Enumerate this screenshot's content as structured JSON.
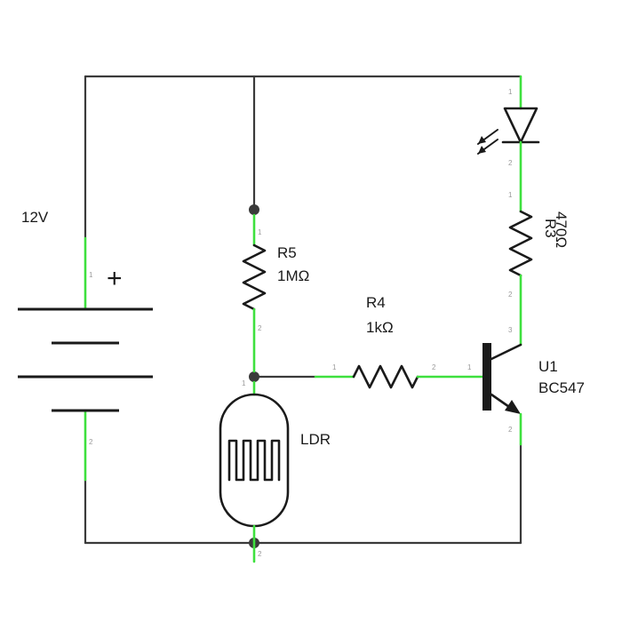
{
  "battery": {
    "voltage": "12V",
    "polarity": "+",
    "pin_top": "1",
    "pin_bottom": "2"
  },
  "r5": {
    "ref": "R5",
    "value": "1MΩ",
    "pin_top": "1",
    "pin_bottom": "2"
  },
  "r4": {
    "ref": "R4",
    "value": "1kΩ",
    "pin_left": "1",
    "pin_right": "2"
  },
  "r3": {
    "ref": "R3",
    "value": "470Ω",
    "pin_top": "1",
    "pin_bottom": "2"
  },
  "led": {
    "pin_top": "1",
    "pin_bottom": "2"
  },
  "transistor": {
    "ref": "U1",
    "part": "BC547",
    "pin_base": "1",
    "pin_collector": "3",
    "pin_emitter": "2"
  },
  "ldr": {
    "label": "LDR",
    "pin_top": "1",
    "pin_bottom": "2"
  },
  "colors": {
    "wire": "#3a3a3a",
    "lead": "#3ee03e",
    "symbol": "#1a1a1a"
  }
}
